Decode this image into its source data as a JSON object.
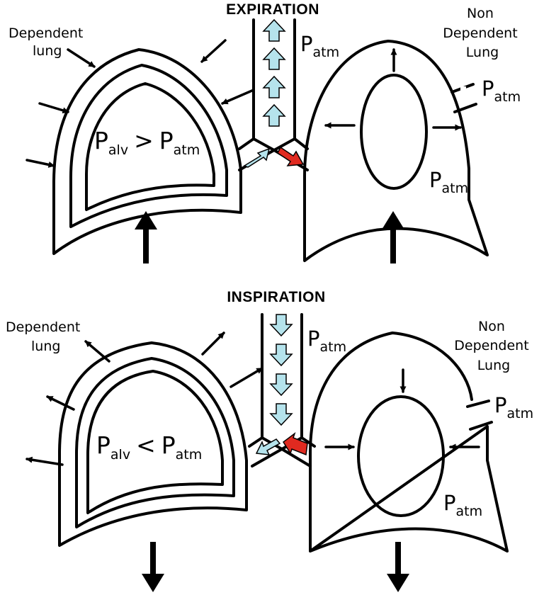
{
  "expiration": {
    "title": "EXPIRATION",
    "dependent_label": [
      "Dependent",
      "lung"
    ],
    "nondependent_label": [
      "Non",
      "Dependent",
      "Lung"
    ],
    "tube_p": "P",
    "tube_p_sub": "atm",
    "pleura_p": "P",
    "pleura_p_sub": "atm",
    "inner_p": "P",
    "inner_p_sub": "atm",
    "relation": {
      "left": "P",
      "left_sub": "alv",
      "op": ">",
      "right": "P",
      "right_sub": "atm"
    }
  },
  "inspiration": {
    "title": "INSPIRATION",
    "dependent_label": [
      "Dependent",
      "lung"
    ],
    "nondependent_label": [
      "Non",
      "Dependent",
      "Lung"
    ],
    "tube_p": "P",
    "tube_p_sub": "atm",
    "pleura_p": "P",
    "pleura_p_sub": "atm",
    "inner_p": "P",
    "inner_p_sub": "atm",
    "relation": {
      "left": "P",
      "left_sub": "alv",
      "op": "<",
      "right": "P",
      "right_sub": "atm"
    }
  },
  "colors": {
    "airflow": "#b5e3ec",
    "shunt": "#e02a20",
    "outline": "#000000",
    "background": "#ffffff"
  }
}
